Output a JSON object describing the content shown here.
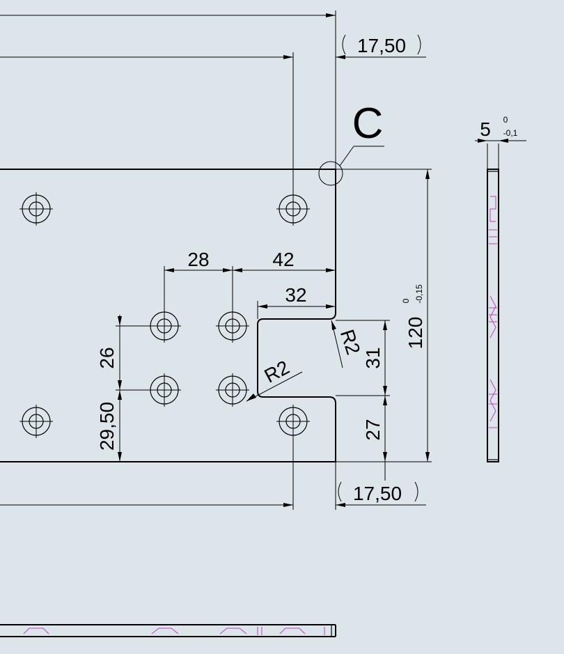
{
  "dimensions": {
    "top_right_offset": "17,50",
    "bottom_right_offset": "17,50",
    "hole_spacing_x": "28",
    "hole_to_edge_x": "42",
    "slot_width": "32",
    "hole_spacing_y": "26",
    "hole_to_bottom_y": "29,50",
    "slot_height": "31",
    "slot_to_bottom": "27",
    "fillet_inner": "R2",
    "fillet_outer": "R2",
    "overall_height": "120",
    "overall_height_tol_upper": "0",
    "overall_height_tol_lower": "-0,15",
    "thickness": "5",
    "thickness_tol_upper": "0",
    "thickness_tol_lower": "-0,1"
  },
  "detail_label": "C",
  "colors": {
    "background": "#dce5ea",
    "lines": "#000000",
    "hidden_lines": "#c040c0"
  }
}
